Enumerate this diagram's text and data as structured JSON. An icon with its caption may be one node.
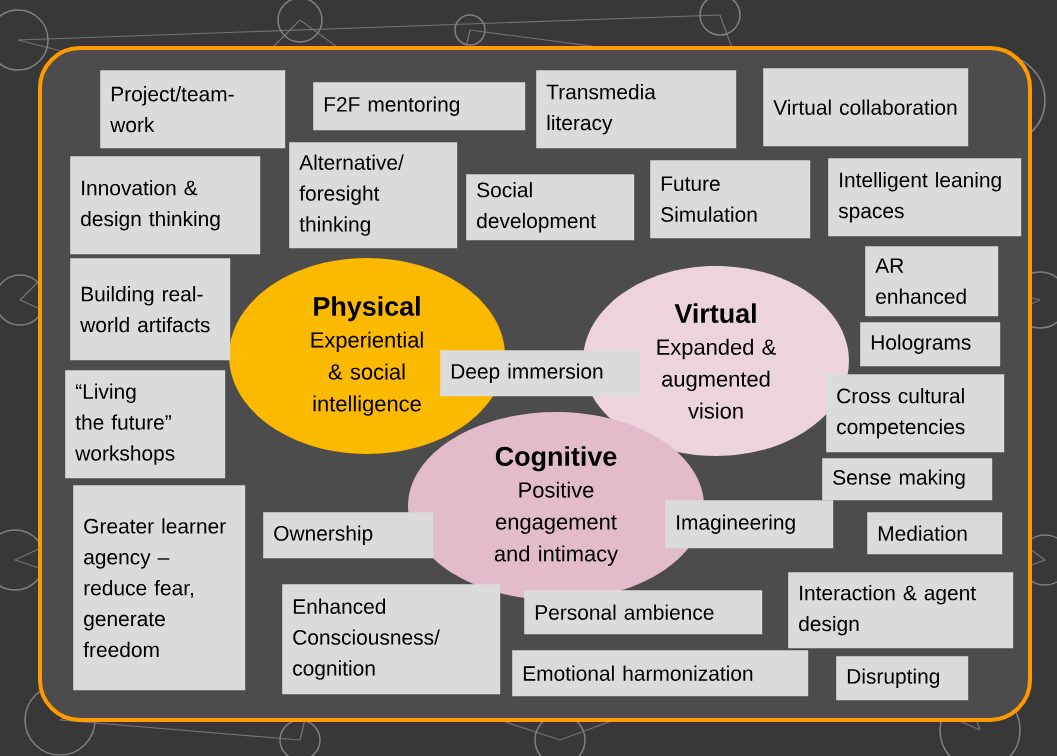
{
  "diagram": {
    "nodes": [
      {
        "text": [
          "Project/team-work"
        ]
      },
      {
        "text": [
          "F2F mentoring"
        ]
      },
      {
        "text": [
          "Transmedia literacy"
        ]
      },
      {
        "text": [
          "Virtual collaboration"
        ]
      },
      {
        "text": [
          "Innovation & design thinking"
        ]
      },
      {
        "text": [
          "Alternative/ foresight thinking"
        ]
      },
      {
        "text": [
          "Social development"
        ]
      },
      {
        "text": [
          "Future Simulation"
        ]
      },
      {
        "text": [
          "Intelligent leaning spaces"
        ]
      },
      {
        "text": [
          "Building real-world artifacts"
        ]
      },
      {
        "text": [
          "AR enhanced"
        ]
      },
      {
        "text": [
          "Physical",
          "Experiential & social intelligence"
        ]
      },
      {
        "text": [
          "Virtual",
          "Expanded & augmented vision"
        ]
      },
      {
        "text": [
          "Holograms"
        ]
      },
      {
        "text": [
          "Deep immersion"
        ]
      },
      {
        "text": [
          "“Living the future” workshops"
        ]
      },
      {
        "text": [
          "Cross cultural competencies"
        ]
      },
      {
        "text": [
          "Cognitive",
          "Positive engagement and intimacy"
        ]
      },
      {
        "text": [
          "Sense making"
        ]
      },
      {
        "text": [
          "Greater learner agency – reduce fear, generate freedom"
        ]
      },
      {
        "text": [
          "Ownership"
        ]
      },
      {
        "text": [
          "Imagineering"
        ]
      },
      {
        "text": [
          "Mediation"
        ]
      },
      {
        "text": [
          "Enhanced Consciousness/ cognition"
        ]
      },
      {
        "text": [
          "Personal ambience"
        ]
      },
      {
        "text": [
          "Interaction & agent design"
        ]
      },
      {
        "text": [
          "Emotional harmonization"
        ]
      },
      {
        "text": [
          "Disrupting"
        ]
      }
    ]
  }
}
